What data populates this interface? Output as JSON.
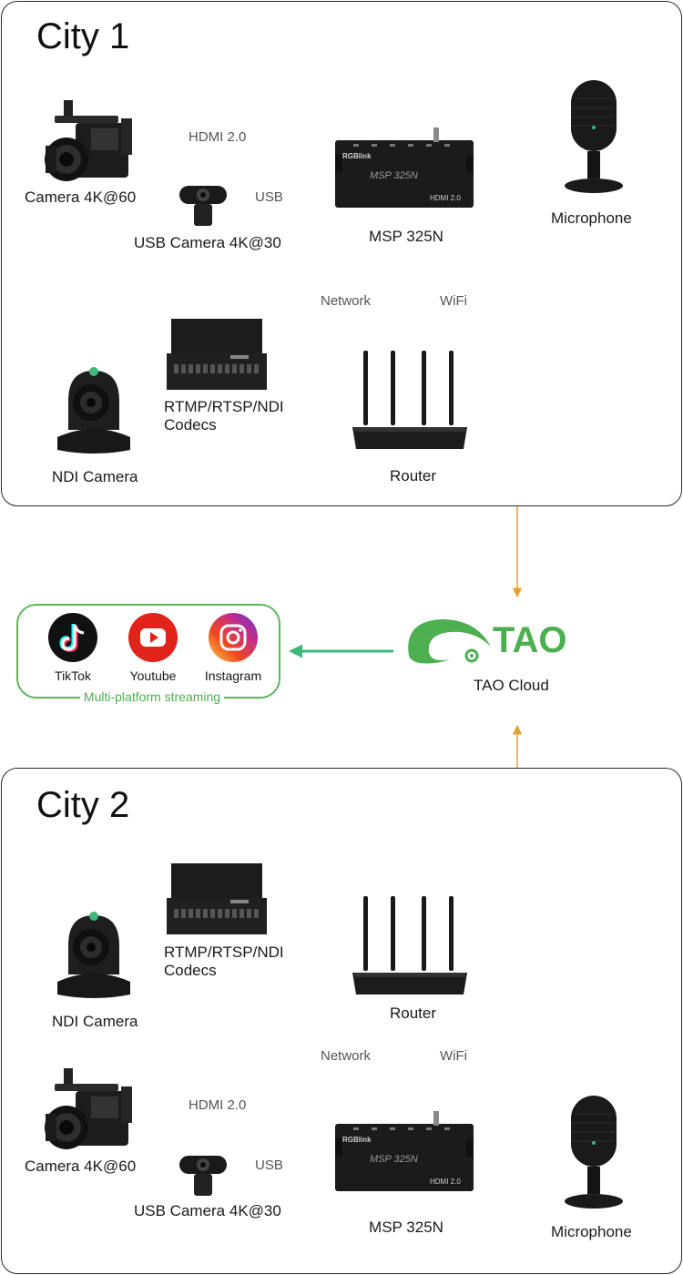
{
  "city1": {
    "title": "City 1",
    "camera": "Camera 4K@60",
    "usb_camera": "USB Camera 4K@30",
    "hdmi_link": "HDMI 2.0",
    "usb_link": "USB",
    "msp": "MSP 325N",
    "msp_brand": "RGBlink",
    "msp_model": "MSP 325N",
    "msp_hdmi": "HDMI 2.0",
    "microphone": "Microphone",
    "network_link": "Network",
    "wifi_link": "WiFi",
    "codecs_line1": "RTMP/RTSP/NDI",
    "codecs_line2": "Codecs",
    "ndi_camera": "NDI Camera",
    "router": "Router"
  },
  "city2": {
    "title": "City 2",
    "camera": "Camera 4K@60",
    "usb_camera": "USB Camera 4K@30",
    "hdmi_link": "HDMI 2.0",
    "usb_link": "USB",
    "msp": "MSP 325N",
    "msp_brand": "RGBlink",
    "msp_model": "MSP 325N",
    "msp_hdmi": "HDMI 2.0",
    "microphone": "Microphone",
    "network_link": "Network",
    "wifi_link": "WiFi",
    "codecs_line1": "RTMP/RTSP/NDI",
    "codecs_line2": "Codecs",
    "ndi_camera": "NDI Camera",
    "router": "Router"
  },
  "streaming": {
    "platforms": [
      "TikTok",
      "Youtube",
      "Instagram"
    ],
    "caption": "Multi-platform streaming"
  },
  "cloud": {
    "logo_text": "TAO",
    "label": "TAO Cloud"
  },
  "colors": {
    "hdmi_arrow": "#e0335a",
    "network_arrow": "#e8a030",
    "audio_arrow": "#3cb878",
    "brand_green": "#4caf50"
  }
}
